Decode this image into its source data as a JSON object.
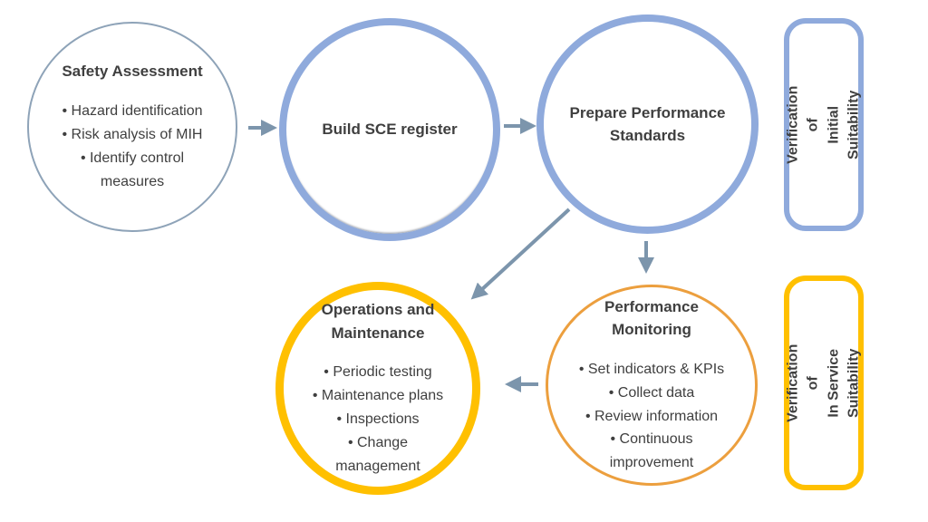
{
  "colors": {
    "thick_blue": "#8faadc",
    "thin_blue": "#8ea3b8",
    "yellow": "#ffc000",
    "orange": "#ec9f3e",
    "arrow": "#7c95ac",
    "text": "#3f3f3f"
  },
  "nodes": {
    "safety_assessment": {
      "title": "Safety Assessment",
      "bullets": [
        "• Hazard identification",
        "• Risk analysis of MIH",
        "• Identify control\nmeasures"
      ]
    },
    "build_sce_register": {
      "title": "Build SCE register"
    },
    "prepare_performance_standards": {
      "title": "Prepare Performance\nStandards"
    },
    "operations_and_maintenance": {
      "title": "Operations and\nMaintenance",
      "bullets": [
        "• Periodic testing",
        "• Maintenance plans",
        "• Inspections",
        "• Change\nmanagement"
      ]
    },
    "performance_monitoring": {
      "title": "Performance\nMonitoring",
      "bullets": [
        "• Set indicators & KPIs",
        "• Collect data",
        "• Review information",
        "• Continuous\nimprovement"
      ]
    }
  },
  "side_labels": {
    "initial": "Verification of\nInitial Suitability",
    "in_service": "Verification of\nIn Service Suitability"
  }
}
